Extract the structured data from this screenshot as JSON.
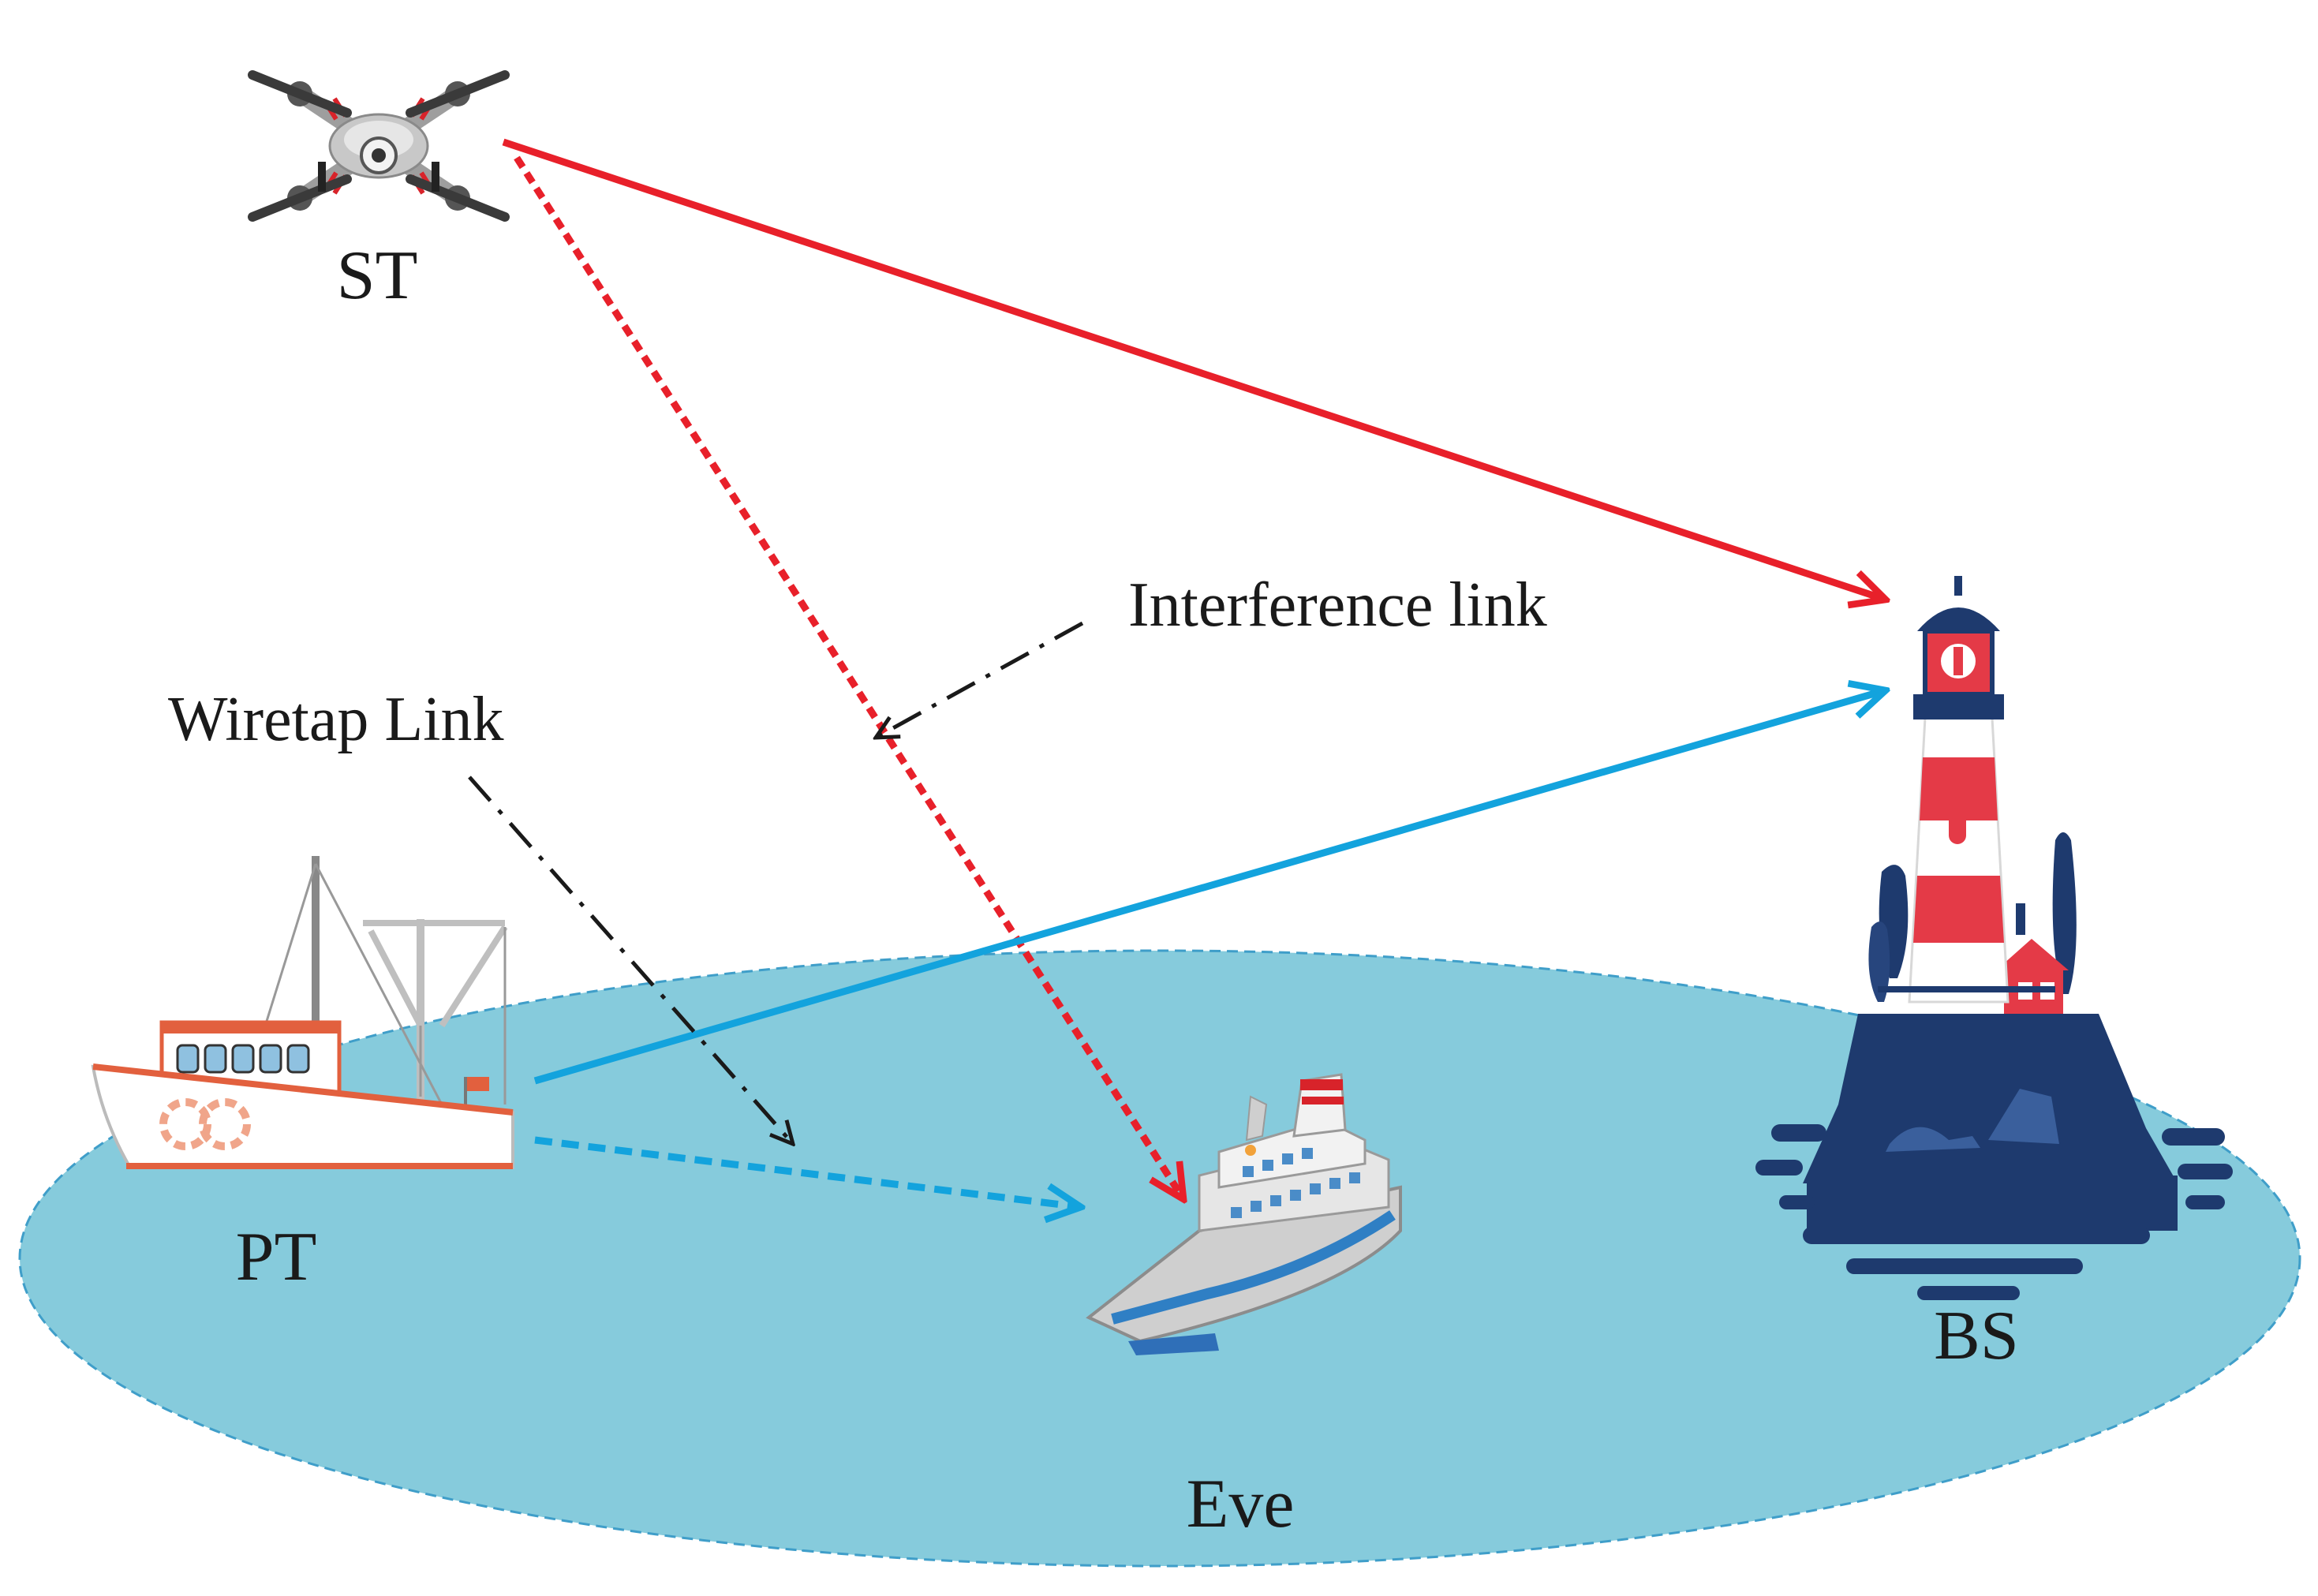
{
  "nodes": {
    "st": "ST",
    "pt": "PT",
    "bs": "BS",
    "eve": "Eve"
  },
  "annotations": {
    "interference": "Interference link",
    "wiretap": "Wiretap Link"
  },
  "colors": {
    "secondary_link": "#e8202a",
    "primary_link": "#13a3dd",
    "annotation": "#1a1a1a",
    "sea": "#86cbdc",
    "sea_outline": "#3f9ec9"
  },
  "icons": {
    "st": "drone-icon",
    "pt": "fishing-boat-icon",
    "bs": "lighthouse-icon",
    "eve": "cruise-ship-icon"
  }
}
